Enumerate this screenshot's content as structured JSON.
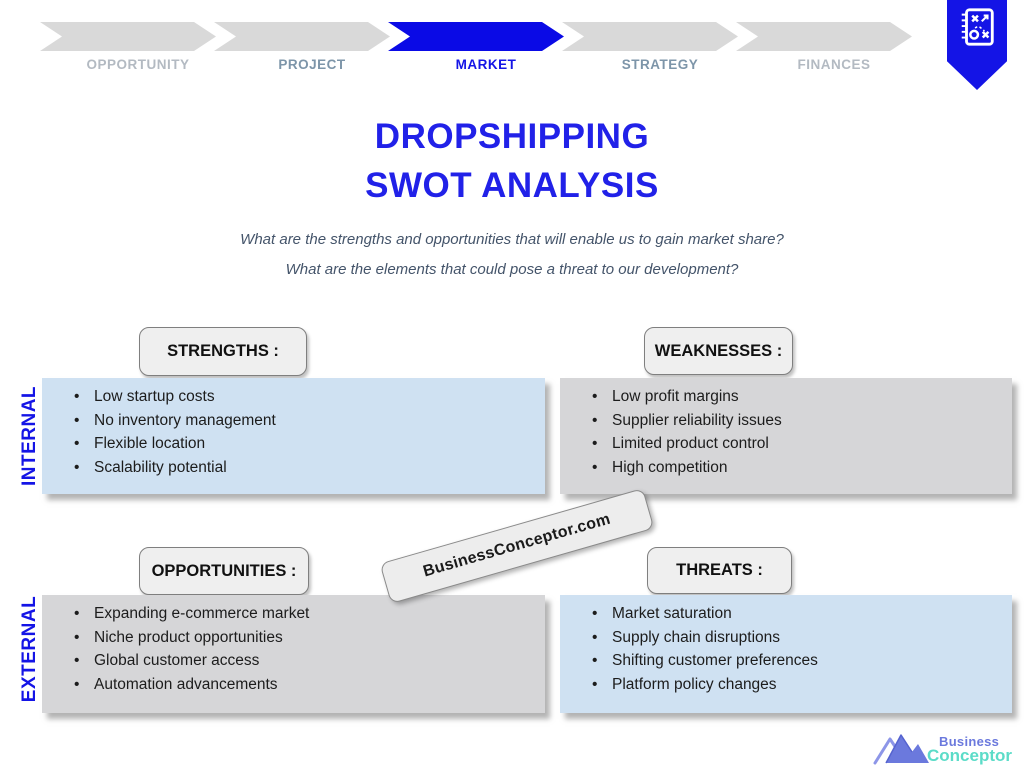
{
  "nav": {
    "steps": [
      {
        "label": "OPPORTUNITY",
        "state": "inactive-far"
      },
      {
        "label": "PROJECT",
        "state": "inactive-near"
      },
      {
        "label": "MARKET",
        "state": "active"
      },
      {
        "label": "STRATEGY",
        "state": "inactive-near"
      },
      {
        "label": "FINANCES",
        "state": "inactive-far"
      }
    ],
    "active_step": "MARKET"
  },
  "title": {
    "line1": "DROPSHIPPING",
    "line2": "SWOT ANALYSIS"
  },
  "subtitle": {
    "question1": "What are the strengths and opportunities that will enable us to gain market share?",
    "question2": "What are the elements that could pose a threat to our development?"
  },
  "axis_labels": {
    "internal": "INTERNAL",
    "external": "EXTERNAL"
  },
  "quadrants": {
    "strengths": {
      "header": "STRENGTHS :",
      "tone": "blue",
      "items": [
        "Low startup costs",
        "No inventory management",
        "Flexible location",
        "Scalability potential"
      ]
    },
    "weaknesses": {
      "header": "WEAKNESSES :",
      "tone": "gray",
      "items": [
        "Low profit margins",
        "Supplier reliability issues",
        "Limited product control",
        "High competition"
      ]
    },
    "opportunities": {
      "header": "OPPORTUNITIES :",
      "tone": "gray",
      "items": [
        "Expanding e-commerce market",
        "Niche product opportunities",
        "Global customer access",
        "Automation advancements"
      ]
    },
    "threats": {
      "header": "THREATS :",
      "tone": "blue",
      "items": [
        "Market saturation",
        "Supply chain disruptions",
        "Shifting customer preferences",
        "Platform policy changes"
      ]
    }
  },
  "watermark": {
    "text": "BusinessConceptor.com"
  },
  "logo": {
    "word1": "Business",
    "word2": "Conceptor"
  },
  "icons": {
    "bookmark": "strategy-tactics-bookmark-icon",
    "logo": "mountains-logo-icon"
  },
  "colors": {
    "accent_blue": "#1414e6",
    "active_arrow": "#0a0ae6",
    "arrow_gray": "#d9d9d9",
    "nav_label_far": "#b3bac2",
    "nav_label_near": "#7d95a9",
    "title_blue": "#2121e8",
    "box_blue": "#cfe1f2",
    "box_gray": "#d6d6d8",
    "button_fill": "#efefef",
    "button_border": "#7f7f7f",
    "subtitle_text": "#44546a",
    "logo_purple": "#6b79dd",
    "logo_teal": "#5bdcc8"
  }
}
